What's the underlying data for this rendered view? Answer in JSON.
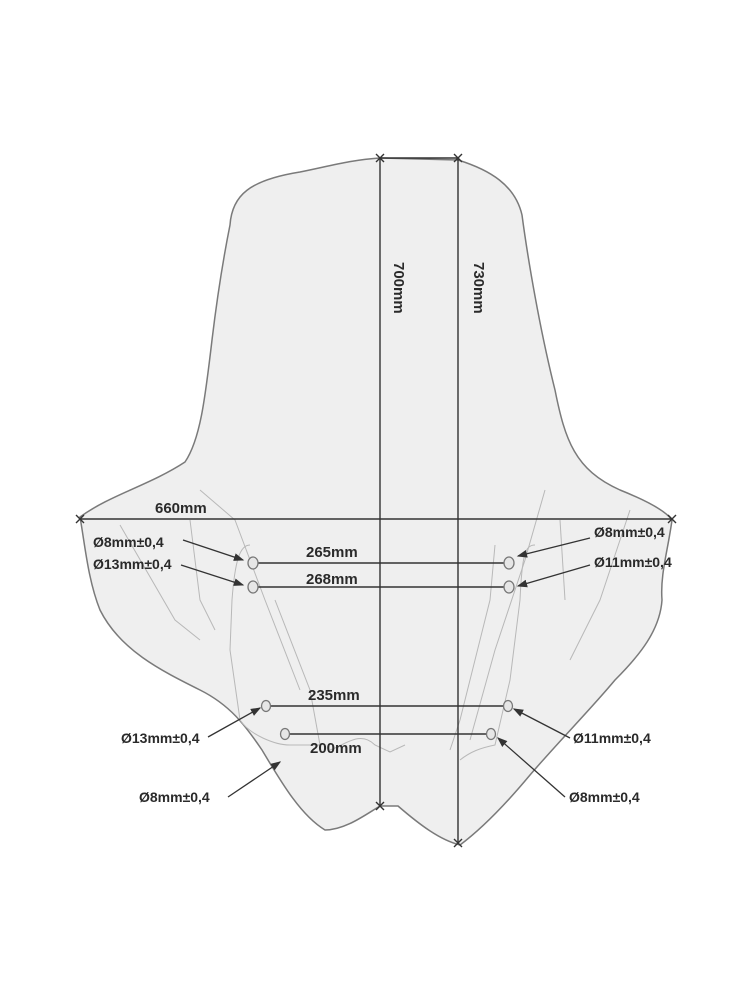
{
  "diagram": {
    "colors": {
      "shield_fill": "#efefef",
      "outline": "#777777",
      "dim_line": "#333333",
      "inner_line": "#b5b5b5"
    },
    "overall": {
      "height_center": "700mm",
      "height_max": "730mm",
      "width": "660mm"
    },
    "spacings": {
      "upper_1": "265mm",
      "upper_2": "268mm",
      "lower_1": "235mm",
      "lower_2": "200mm"
    },
    "holes": {
      "left_upper_1": "Ø8mm±0,4",
      "left_upper_2": "Ø13mm±0,4",
      "right_upper_1": "Ø8mm±0,4",
      "right_upper_2": "Ø11mm±0,4",
      "left_lower_1": "Ø13mm±0,4",
      "left_lower_2": "Ø8mm±0,4",
      "right_lower_1": "Ø11mm±0,4",
      "right_lower_2": "Ø8mm±0,4"
    }
  }
}
